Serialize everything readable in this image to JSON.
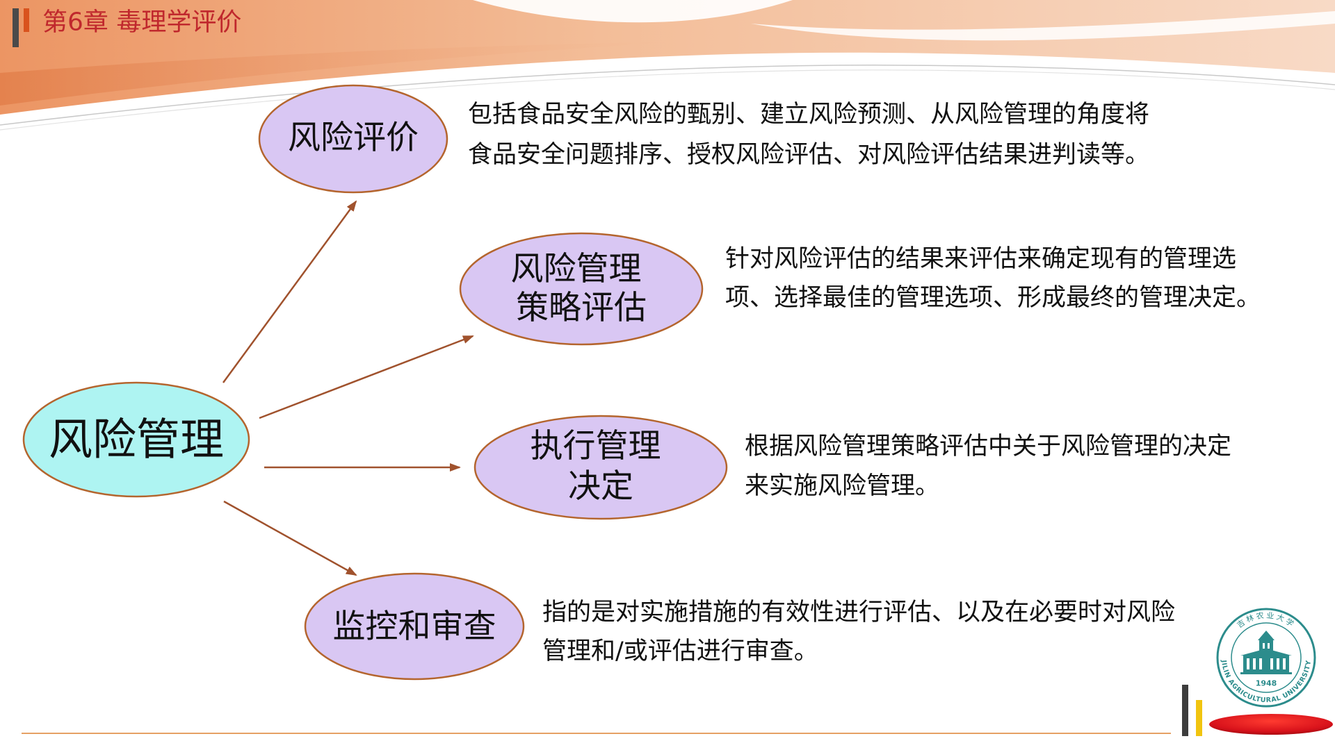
{
  "header": {
    "title": "第6章 毒理学评价"
  },
  "diagram": {
    "center": {
      "label": "风险管理"
    },
    "nodes": [
      {
        "label_lines": [
          "风险评价"
        ],
        "description_lines": [
          "包括食品安全风险的甄别、建立风险预测、从风险管理的角度将",
          "食品安全问题排序、授权风险评估、对风险评估结果进判读等。"
        ]
      },
      {
        "label_lines": [
          "风险管理",
          "策略评估"
        ],
        "description_lines": [
          "针对风险评估的结果来评估来确定现有的管理选",
          "项、选择最佳的管理选项、形成最终的管理决定。"
        ]
      },
      {
        "label_lines": [
          "执行管理",
          "决定"
        ],
        "description_lines": [
          "根据风险管理策略评估中关于风险管理的决定",
          "来实施风险管理。"
        ]
      },
      {
        "label_lines": [
          "监控和审查"
        ],
        "description_lines": [
          "指的是对实施措施的有效性进行评估、以及在必要时对风险",
          "管理和/或评估进行审查。"
        ]
      }
    ]
  },
  "logo": {
    "name_cn": "吉林农业大学",
    "name_en": "JILIN AGRICULTURAL UNIVERSITY",
    "year": "1948"
  },
  "colors": {
    "title": "#c0282d",
    "center_fill": "#aef4f2",
    "node_fill": "#d9c7f3",
    "ellipse_stroke": "#b4652e",
    "arrow": "#a0522d",
    "text": "#111111",
    "logo": "#2c8c8c",
    "accent_bar": "#d9531e",
    "footer_line": "#e6a064",
    "footer_bar_dark": "#3d3d3d",
    "footer_bar_yellow": "#f1c40f"
  }
}
